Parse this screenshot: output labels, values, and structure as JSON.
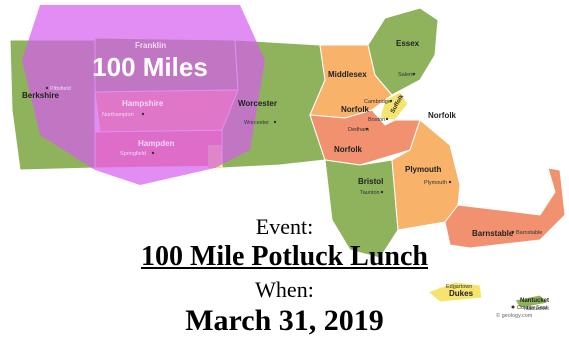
{
  "map": {
    "radius_label": "100 Miles",
    "counties": [
      {
        "id": "franklin",
        "name": "Franklin"
      },
      {
        "id": "berkshire",
        "name": "Berkshire"
      },
      {
        "id": "hampshire",
        "name": "Hampshire"
      },
      {
        "id": "hampden",
        "name": "Hampden"
      },
      {
        "id": "worcester",
        "name": "Worcester"
      },
      {
        "id": "middlesex",
        "name": "Middlesex"
      },
      {
        "id": "essex",
        "name": "Essex"
      },
      {
        "id": "norfolk",
        "name": "Norfolk"
      },
      {
        "id": "suffolk",
        "name": "Suffolk"
      },
      {
        "id": "bristol",
        "name": "Bristol"
      },
      {
        "id": "plymouth",
        "name": "Plymouth"
      },
      {
        "id": "barnstable",
        "name": "Barnstable"
      },
      {
        "id": "dukes",
        "name": "Dukes"
      },
      {
        "id": "nantucket",
        "name": "Nantucket"
      }
    ],
    "cities": {
      "pittsfield": "Pittsfield",
      "northampton": "Northampton",
      "springfield": "Springfield",
      "worcester": "Worcester",
      "salem": "Salem",
      "cambridge": "Cambridge",
      "boston": "Boston",
      "dedham": "Dedham",
      "taunton": "Taunton",
      "plymouth": "Plymouth",
      "barnstable": "Barnstable",
      "edgartown": "Edgartown",
      "nantucket": "Nantucket"
    },
    "second_norfolk_label": "Norfolk",
    "legend": "County Seat",
    "watermark": "© geology.com",
    "colors": {
      "green": "#8fb35c",
      "orange": "#f8b26a",
      "salmon": "#f29170",
      "yellow": "#f5e46e",
      "overlay": "#d55cf0"
    }
  },
  "event": {
    "label": "Event:",
    "title": "100 Mile Potluck Lunch",
    "when_label": "When:",
    "date": "March 31, 2019"
  }
}
